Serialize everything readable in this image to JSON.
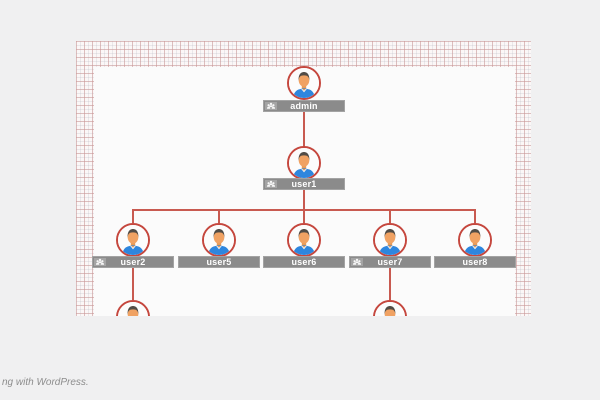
{
  "page": {
    "background": "#f0f0f1"
  },
  "chart": {
    "type": "org-tree",
    "colors": {
      "connector": "#c85a50",
      "circle_border": "#c5473e",
      "bar": "#8b8b8b",
      "bar_text": "#ffffff",
      "panel": "#fbfbfb",
      "grid_line": "#ce9492"
    },
    "icons": {
      "node_avatar": "male-avatar-icon",
      "has_children_badge": "group-users-icon"
    },
    "nodes": [
      {
        "label": "admin",
        "parent": null,
        "has_children_badge": true
      },
      {
        "label": "user1",
        "parent": "admin",
        "has_children_badge": true
      },
      {
        "label": "user2",
        "parent": "user1",
        "has_children_badge": true
      },
      {
        "label": "user5",
        "parent": "user1",
        "has_children_badge": false
      },
      {
        "label": "user6",
        "parent": "user1",
        "has_children_badge": false
      },
      {
        "label": "user7",
        "parent": "user1",
        "has_children_badge": false
      },
      {
        "label": "user8",
        "parent": "user1",
        "has_children_badge": false
      }
    ],
    "nodes_with_badge": [
      "admin",
      "user1",
      "user2",
      "user7"
    ],
    "partially_visible_children_under": [
      "user2",
      "user7"
    ]
  },
  "footer": {
    "prefix": "ng with ",
    "link": "WordPress."
  }
}
